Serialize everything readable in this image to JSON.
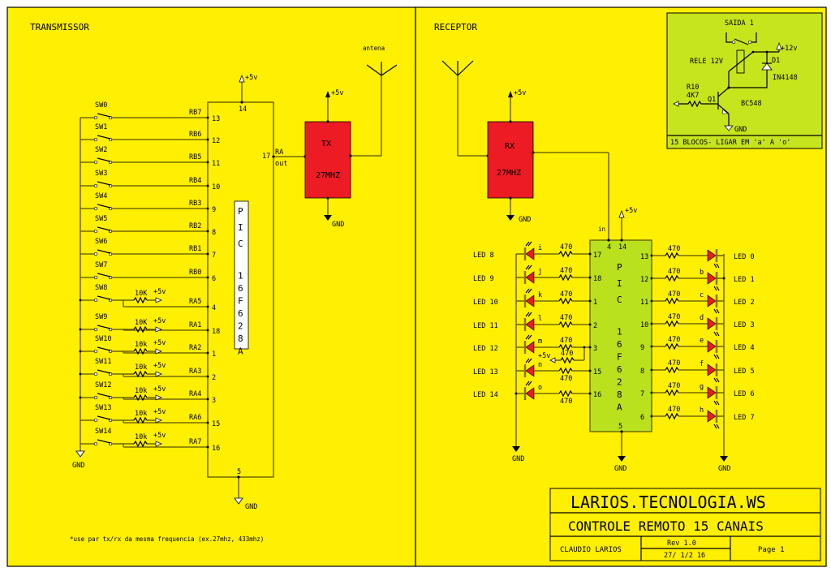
{
  "colors": {
    "background": "#ffef00",
    "module_red": "#ec1b24",
    "pic_green": "#b9e11e",
    "inset_green": "#c6e51d",
    "led_red": "#e81c24"
  },
  "transmitter": {
    "title": "TRANSMISSOR",
    "antenna_label": "antena",
    "vcc_label": "+5v",
    "gnd_label": "GND",
    "module": {
      "name": "TX",
      "freq": "27MHZ"
    },
    "pic": {
      "chars": [
        "P",
        "I",
        "C",
        "1",
        "6",
        "F",
        "6",
        "2",
        "8",
        "A"
      ],
      "vdd_pin": "14",
      "vss_pin": "5",
      "out_pin": "17",
      "out_label_1": "RA",
      "out_label_2": "out"
    },
    "switches": [
      {
        "name": "SW0",
        "port": "RB7",
        "pin": "13",
        "res": ""
      },
      {
        "name": "SW1",
        "port": "RB6",
        "pin": "12",
        "res": ""
      },
      {
        "name": "SW2",
        "port": "RB5",
        "pin": "11",
        "res": ""
      },
      {
        "name": "SW3",
        "port": "RB4",
        "pin": "10",
        "res": ""
      },
      {
        "name": "SW4",
        "port": "RB3",
        "pin": "9",
        "res": ""
      },
      {
        "name": "SW5",
        "port": "RB2",
        "pin": "8",
        "res": ""
      },
      {
        "name": "SW6",
        "port": "RB1",
        "pin": "7",
        "res": ""
      },
      {
        "name": "SW7",
        "port": "RB0",
        "pin": "6",
        "res": ""
      },
      {
        "name": "SW8",
        "port": "RA5",
        "pin": "4",
        "res": "10K"
      },
      {
        "name": "SW9",
        "port": "RA1",
        "pin": "18",
        "res": "10K"
      },
      {
        "name": "SW10",
        "port": "RA2",
        "pin": "1",
        "res": "10k"
      },
      {
        "name": "SW11",
        "port": "RA3",
        "pin": "2",
        "res": "10k"
      },
      {
        "name": "SW12",
        "port": "RA4",
        "pin": "3",
        "res": "10k"
      },
      {
        "name": "SW13",
        "port": "RA6",
        "pin": "15",
        "res": "10k"
      },
      {
        "name": "SW14",
        "port": "RA7",
        "pin": "16",
        "res": "10k"
      }
    ],
    "note": "*use par tx/rx da mesma frequencia (ex.27mhz, 433mhz)"
  },
  "receiver": {
    "title": "RECEPTOR",
    "vcc_label": "+5v",
    "gnd_label": "GND",
    "in_label": "in",
    "module": {
      "name": "RX",
      "freq": "27MHZ"
    },
    "pic": {
      "chars": [
        "P",
        "I",
        "C",
        "1",
        "6",
        "F",
        "6",
        "2",
        "8",
        "A"
      ],
      "in_pin": "4",
      "vdd_pin": "14",
      "vss_pin": "5"
    },
    "left_leds": [
      {
        "label": "LED 8",
        "node": "i",
        "pin": "17",
        "res": "470"
      },
      {
        "label": "LED 9",
        "node": "j",
        "pin": "18",
        "res": "470"
      },
      {
        "label": "LED 10",
        "node": "k",
        "pin": "1",
        "res": "470"
      },
      {
        "label": "LED 11",
        "node": "l",
        "pin": "2",
        "res": "470"
      },
      {
        "label": "LED 12",
        "node": "m",
        "pin": "3",
        "res": "470"
      },
      {
        "label": "LED 13",
        "node": "n",
        "pin": "15",
        "res": "470"
      },
      {
        "label": "LED 14",
        "node": "o",
        "pin": "16",
        "res": "470"
      }
    ],
    "pullup": {
      "label": "+5v",
      "res": "470"
    },
    "right_leds": [
      {
        "label": "LED 0",
        "node": "",
        "pin": "13",
        "res": "470"
      },
      {
        "label": "LED 1",
        "node": "b",
        "pin": "12",
        "res": "470"
      },
      {
        "label": "LED 2",
        "node": "c",
        "pin": "11",
        "res": "470"
      },
      {
        "label": "LED 3",
        "node": "d",
        "pin": "10",
        "res": "470"
      },
      {
        "label": "LED 4",
        "node": "e",
        "pin": "9",
        "res": "470"
      },
      {
        "label": "LED 5",
        "node": "f",
        "pin": "8",
        "res": "470"
      },
      {
        "label": "LED 6",
        "node": "g",
        "pin": "7",
        "res": "470"
      },
      {
        "label": "LED 7",
        "node": "h",
        "pin": "6",
        "res": "470"
      }
    ]
  },
  "inset": {
    "output_label": "SAIDA 1",
    "relay_label": "RELE 12V",
    "vcc_label": "+12v",
    "diode_ref": "D1",
    "diode_part": "IN4148",
    "res_ref": "R10",
    "res_val": "4K7",
    "transistor_ref": "Q1",
    "transistor_part": "BC548",
    "gnd_label": "GND",
    "footer": "15 BLOCOS- LIGAR EM 'a' A 'o'"
  },
  "title_block": {
    "company": "LARIOS.TECNOLOGIA.WS",
    "project": "CONTROLE REMOTO 15 CANAIS",
    "author": "CLAUDIO LARIOS",
    "revision": "Rev 1.0",
    "date": "27/ 1/2 16",
    "page": "Page 1"
  }
}
